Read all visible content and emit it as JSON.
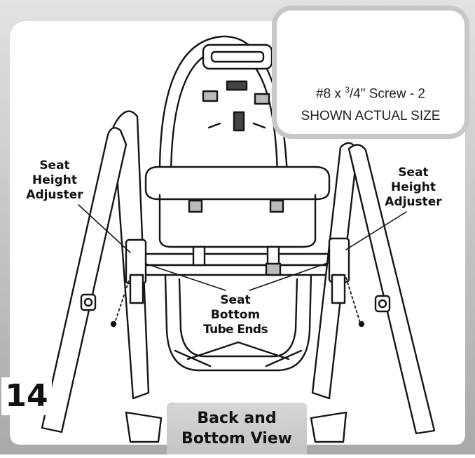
{
  "frame": {
    "color": "#c8c8c8"
  },
  "step": {
    "number": "14"
  },
  "labels": {
    "left_adjuster": [
      "Seat",
      "Height",
      "Adjuster"
    ],
    "right_adjuster": [
      "Seat",
      "Height",
      "Adjuster"
    ],
    "tube_ends": [
      "Seat",
      "Bottom",
      "Tube Ends"
    ]
  },
  "caption": {
    "line1": "Back and",
    "line2": "Bottom View"
  },
  "screen_card": {
    "spec_prefix": "#8 x ",
    "spec_numerator": "3",
    "spec_suffix": "/4\" Screw - 2",
    "note": "SHOWN ACTUAL SIZE",
    "icon": "screw-icon"
  }
}
